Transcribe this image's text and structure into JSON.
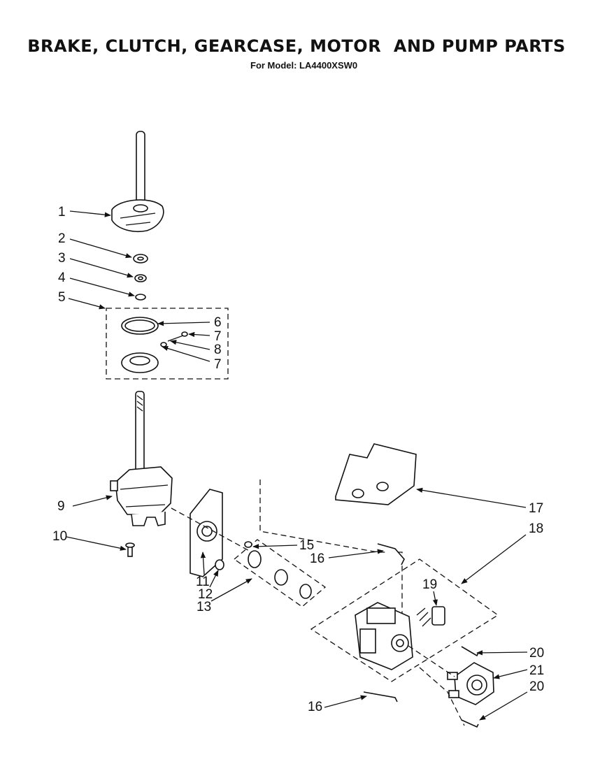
{
  "header": {
    "title": "BRAKE, CLUTCH, GEARCASE, MOTOR  AND PUMP PARTS",
    "subtitle": "For Model: LA4400XSW0"
  },
  "callouts": [
    "1",
    "2",
    "3",
    "4",
    "5",
    "6",
    "7",
    "8",
    "7",
    "9",
    "10",
    "15",
    "16",
    "11",
    "12",
    "13",
    "19",
    "17",
    "18",
    "20",
    "21",
    "20",
    "16"
  ]
}
